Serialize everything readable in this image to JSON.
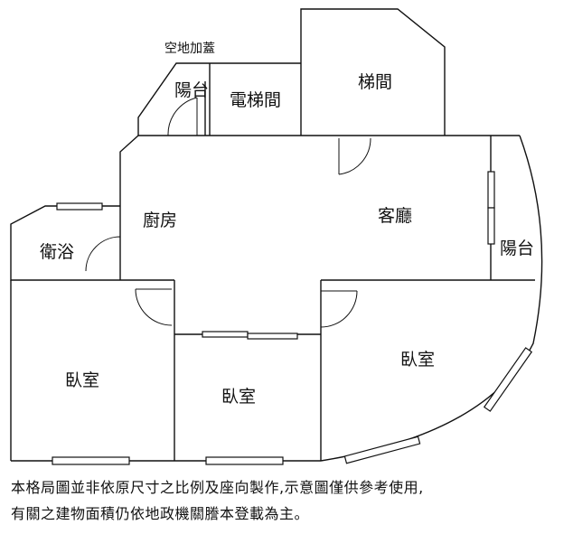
{
  "rooms": {
    "open_space": "空地加蓋",
    "balcony_top": "陽台",
    "elevator_hall": "電梯間",
    "stairs": "梯間",
    "kitchen": "廚房",
    "living_room": "客廳",
    "balcony_right": "陽台",
    "bathroom": "衛浴",
    "bedroom_left": "臥室",
    "bedroom_middle": "臥室",
    "bedroom_right": "臥室"
  },
  "disclaimer": {
    "line1": "本格局圖並非依原尺寸之比例及座向製作,示意圖僅供參考使用,",
    "line2": "有關之建物面積仍依地政機關謄本登載為主。"
  },
  "colors": {
    "line": "#111111",
    "background": "#ffffff"
  }
}
